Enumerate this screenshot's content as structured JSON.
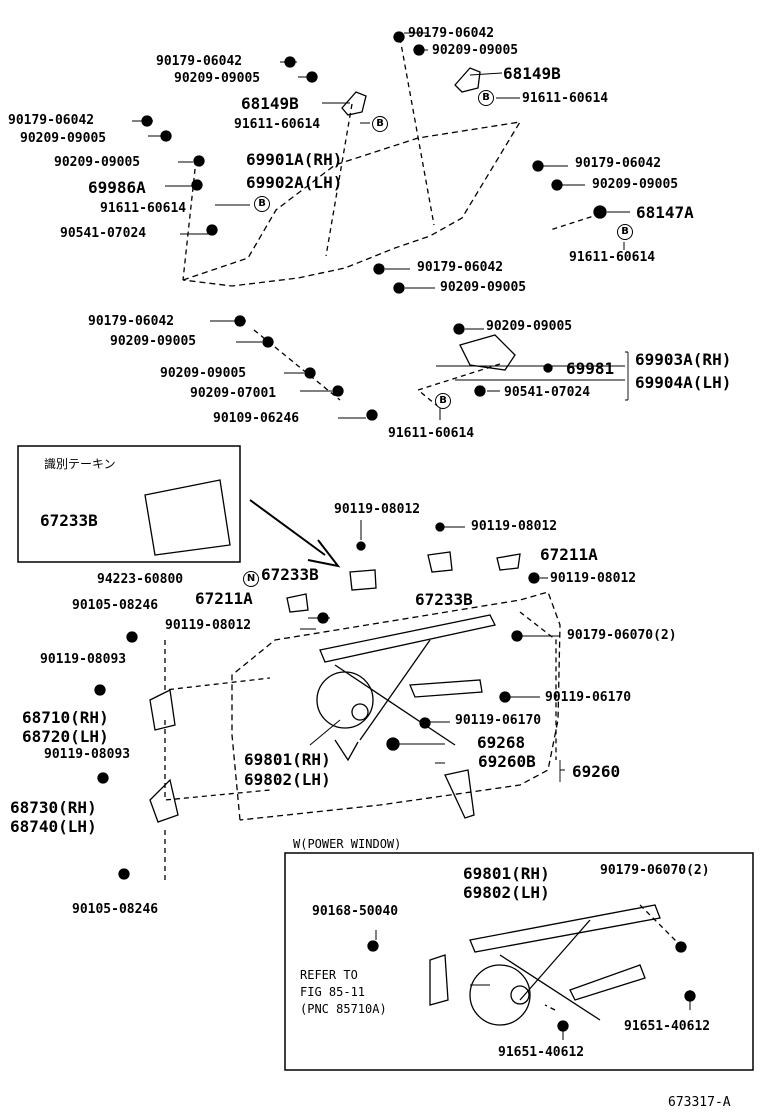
{
  "labels": {
    "p1": "90179-06042",
    "p2": "90209-09005",
    "p3": "68149B",
    "p4": "91611-60614",
    "p5": "90179-06042",
    "p6": "90209-09005",
    "p7": "68149B",
    "p8": "91611-60614",
    "p9": "90179-06042",
    "p10": "90209-09005",
    "p11": "90209-09005",
    "p12": "69901A(RH)",
    "p13": "69986A",
    "p14": "69902A(LH)",
    "p15": "91611-60614",
    "p16": "90541-07024",
    "p17": "90179-06042",
    "p18": "90209-09005",
    "p19": "68147A",
    "p20": "91611-60614",
    "p21": "90179-06042",
    "p22": "90209-09005",
    "p23": "90209-09005",
    "p24": "90179-06042",
    "p25": "90209-09005",
    "p26": "69981",
    "p27": "69903A(RH)",
    "p28": "69904A(LH)",
    "p29": "90209-09005",
    "p30": "90541-07024",
    "p31": "90209-07001",
    "p32": "90109-06246",
    "p33": "91611-60614",
    "p34": "識別テーキン",
    "p35": "67233B",
    "p36": "90119-08012",
    "p37": "90119-08012",
    "p38": "67211A",
    "p39": "94223-60800",
    "p40": "67233B",
    "p41": "90119-08012",
    "p42": "67233B",
    "p43": "90105-08246",
    "p44": "67211A",
    "p45": "90119-08012",
    "p46": "90179-06070(2)",
    "p47": "90119-08093",
    "p48": "90119-06170",
    "p49": "68710(RH)",
    "p50": "68720(LH)",
    "p51": "90119-06170",
    "p52": "69268",
    "p53": "90119-08093",
    "p54": "69801(RH)",
    "p55": "69802(LH)",
    "p56": "69260B",
    "p57": "69260",
    "p58": "68730(RH)",
    "p59": "68740(LH)",
    "p60": "90105-08246",
    "p61": "W(POWER WINDOW)",
    "p62": "69801(RH)",
    "p63": "69802(LH)",
    "p64": "90179-06070(2)",
    "p65": "90168-50040",
    "p66": "REFER TO",
    "p67": "FIG 85-11",
    "p68": "(PNC 85710A)",
    "p69": "91651-40612",
    "p70": "91651-40612",
    "p71": "673317-A"
  },
  "callouts": {
    "b": "B",
    "n": "N"
  }
}
